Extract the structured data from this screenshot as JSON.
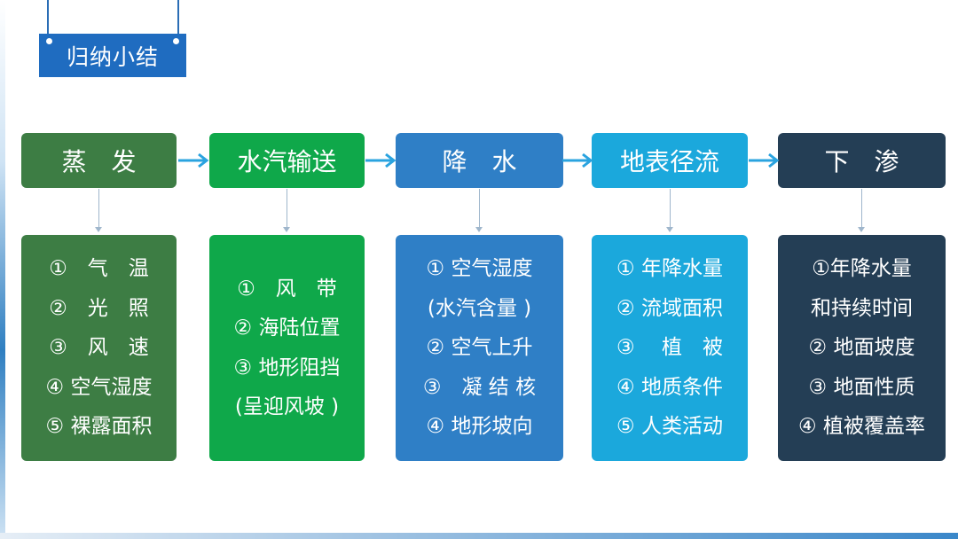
{
  "title": "归纳小结",
  "stages": [
    {
      "label": "蒸　发",
      "color": "#3d7d44"
    },
    {
      "label": "水汽输送",
      "color": "#0fa84a"
    },
    {
      "label": "降　水",
      "color": "#2f7fc6"
    },
    {
      "label": "地表径流",
      "color": "#1ba8dc"
    },
    {
      "label": "下　渗",
      "color": "#243e55"
    }
  ],
  "details": [
    {
      "color": "#3d7d44",
      "lines": [
        "①　气　温",
        "②　光　照",
        "③　风　速",
        "④ 空气湿度",
        "⑤ 裸露面积"
      ]
    },
    {
      "color": "#0fa84a",
      "lines": [
        "①　风　带",
        "② 海陆位置",
        "③ 地形阻挡",
        "(呈迎风坡 )"
      ]
    },
    {
      "color": "#2f7fc6",
      "lines": [
        "① 空气湿度",
        "(水汽含量 )",
        "② 空气上升",
        "③　凝 结 核",
        "④ 地形坡向"
      ]
    },
    {
      "color": "#1ba8dc",
      "lines": [
        "① 年降水量",
        "② 流域面积",
        "③　 植　被",
        "④ 地质条件",
        "⑤ 人类活动"
      ]
    },
    {
      "color": "#243e55",
      "lines": [
        "①年降水量",
        "和持续时间",
        "② 地面坡度",
        "③ 地面性质",
        "④ 植被覆盖率"
      ]
    }
  ],
  "arrow_color": "#2aa3df"
}
